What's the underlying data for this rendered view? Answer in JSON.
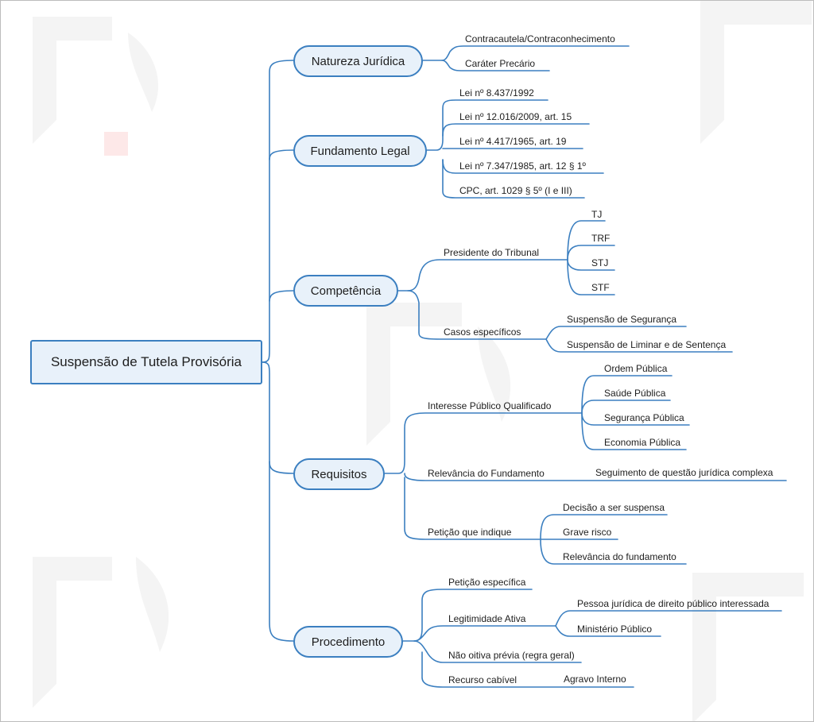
{
  "root": "Suspensão de Tutela Provisória",
  "branches": {
    "natureza": {
      "label": "Natureza Jurídica",
      "items": [
        "Contracautela/Contraconhecimento",
        "Caráter Precário"
      ]
    },
    "fundamento": {
      "label": "Fundamento Legal",
      "items": [
        "Lei nº 8.437/1992",
        "Lei nº 12.016/2009, art. 15",
        "Lei nº 4.417/1965, art. 19",
        "Lei nº 7.347/1985, art. 12 § 1º",
        "CPC, art. 1029 § 5º (I e III)"
      ]
    },
    "competencia": {
      "label": "Competência",
      "presidente": {
        "label": "Presidente do Tribunal",
        "items": [
          "TJ",
          "TRF",
          "STJ",
          "STF"
        ]
      },
      "casos": {
        "label": "Casos específicos",
        "items": [
          "Suspensão de Segurança",
          "Suspensão de Liminar e de Sentença"
        ]
      }
    },
    "requisitos": {
      "label": "Requisitos",
      "interesse": {
        "label": "Interesse Público Qualificado",
        "items": [
          "Ordem Pública",
          "Saúde Pública",
          "Segurança Pública",
          "Economia Pública"
        ]
      },
      "relevancia": {
        "label": "Relevância do Fundamento",
        "items": [
          "Seguimento de questão jurídica complexa"
        ]
      },
      "peticao": {
        "label": "Petição que indique",
        "items": [
          "Decisão a ser suspensa",
          "Grave risco",
          "Relevância do fundamento"
        ]
      }
    },
    "procedimento": {
      "label": "Procedimento",
      "peticao_especifica": "Petição específica",
      "legitimidade": {
        "label": "Legitimidade Ativa",
        "items": [
          "Pessoa jurídica de direito público interessada",
          "Ministério Público"
        ]
      },
      "nao_oitiva": "Não oitiva prévia (regra geral)",
      "recurso": {
        "label": "Recurso cabível",
        "items": [
          "Agravo Interno"
        ]
      }
    }
  },
  "colors": {
    "line": "#3b7fc0",
    "node_fill": "#e8f1fa",
    "node_border": "#3b7fc0",
    "watermark": "#f4f4f4",
    "watermark_accent": "#fde8e8"
  }
}
